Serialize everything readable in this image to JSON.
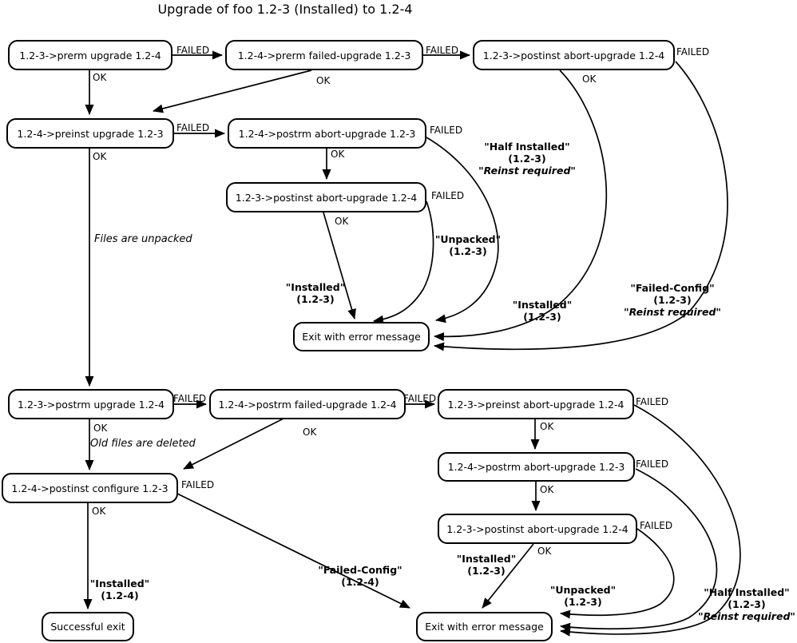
{
  "title": "Upgrade of foo 1.2-3 (Installed) to 1.2-4",
  "nodes": {
    "prerm_upgrade": "1.2-3->prerm upgrade 1.2-4",
    "prerm_failed_upgrade": "1.2-4->prerm failed-upgrade 1.2-3",
    "postinst_abort_top": "1.2-3->postinst abort-upgrade 1.2-4",
    "preinst_upgrade": "1.2-4->preinst upgrade 1.2-3",
    "postrm_abort_mid": "1.2-4->postrm abort-upgrade 1.2-3",
    "postinst_abort_mid": "1.2-3->postinst abort-upgrade 1.2-4",
    "exit_error_mid": "Exit with error message",
    "postrm_upgrade": "1.2-3->postrm upgrade 1.2-4",
    "postrm_failed_upgrade": "1.2-4->postrm failed-upgrade 1.2-4",
    "preinst_abort": "1.2-3->preinst abort-upgrade 1.2-4",
    "postrm_abort_bot": "1.2-4->postrm abort-upgrade 1.2-3",
    "postinst_configure": "1.2-4->postinst configure 1.2-3",
    "postinst_abort_bot": "1.2-3->postinst abort-upgrade 1.2-4",
    "successful_exit": "Successful exit",
    "exit_error_bot": "Exit with error message"
  },
  "edge_labels": {
    "ok": "OK",
    "failed": "FAILED"
  },
  "annotations": {
    "files_unpacked": "Files are unpacked",
    "old_files_deleted": "Old files are deleted"
  },
  "state_labels": {
    "half_installed_mid": [
      "\"Half Installed\"",
      "(1.2-3)",
      "\"Reinst required\""
    ],
    "unpacked_mid": [
      "\"Unpacked\"",
      "(1.2-3)"
    ],
    "installed_mid_left": [
      "\"Installed\"",
      "(1.2-3)"
    ],
    "installed_mid_right": [
      "\"Installed\"",
      "(1.2-3)"
    ],
    "failed_config_mid": [
      "\"Failed-Config\"",
      "(1.2-3)",
      "\"Reinst required\""
    ],
    "installed_bottom_left": [
      "\"Installed\"",
      "(1.2-4)"
    ],
    "failed_config_bottom": [
      "\"Failed-Config\"",
      "(1.2-4)"
    ],
    "installed_bottom_mid": [
      "\"Installed\"",
      "(1.2-3)"
    ],
    "unpacked_bottom": [
      "\"Unpacked\"",
      "(1.2-3)"
    ],
    "half_installed_bottom": [
      "\"Half Installed\"",
      "(1.2-3)",
      "\"Reinst required\""
    ]
  },
  "colors": {
    "line": "#000000",
    "background": "#ffffff"
  }
}
